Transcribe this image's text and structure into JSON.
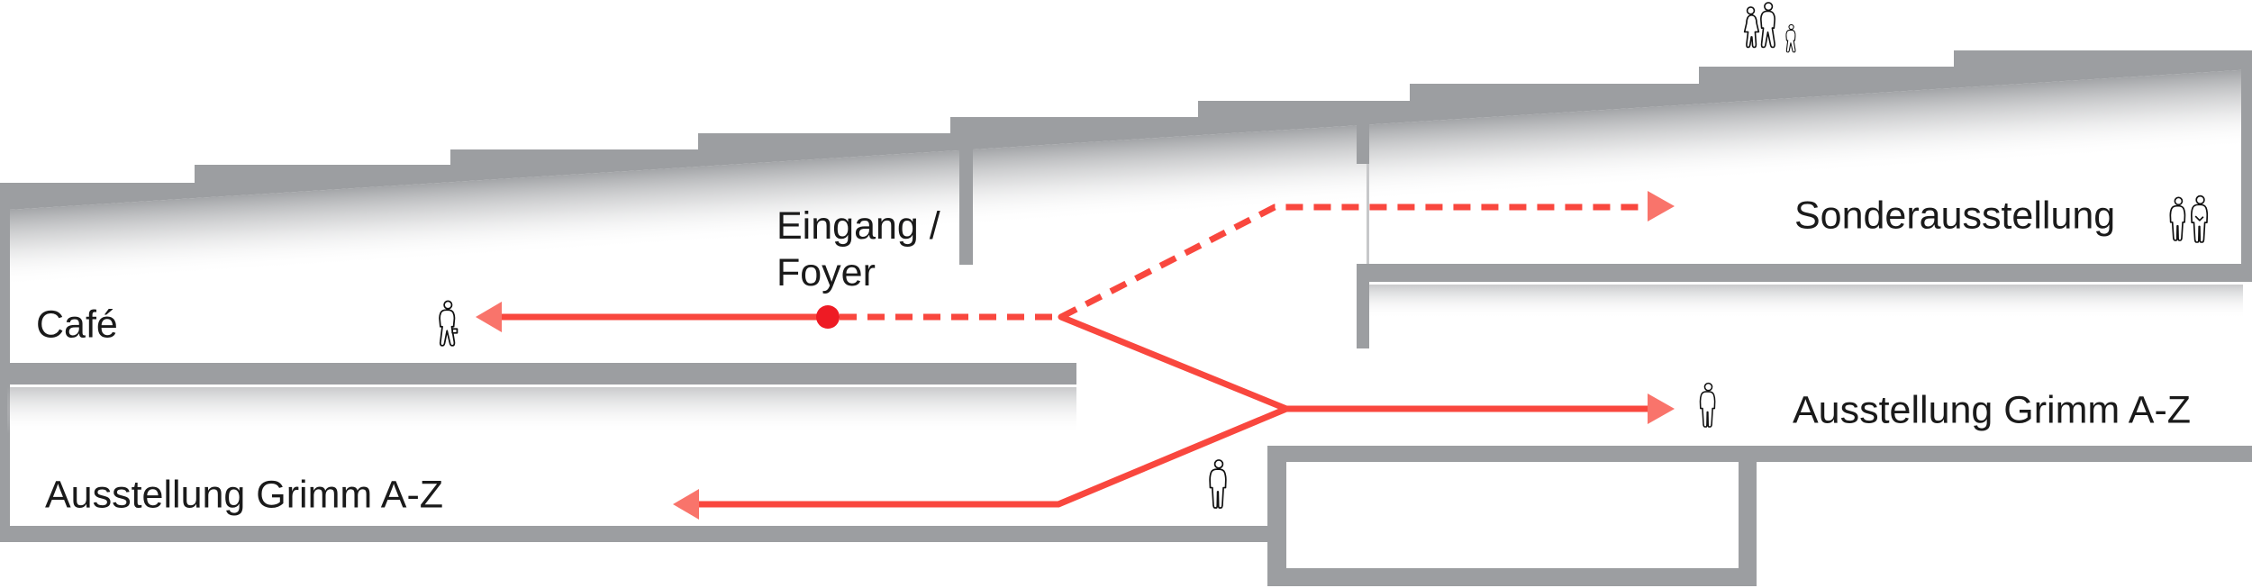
{
  "diagram_title": "Museum building section with visitor circulation routes",
  "labels": {
    "cafe": "Café",
    "entrance_line1": "Eingang /",
    "entrance_line2": "Foyer",
    "special_exhibition": "Sonderausstellung",
    "exhibition_upper": "Ausstellung Grimm A-Z",
    "exhibition_lower": "Ausstellung Grimm A-Z"
  },
  "routes": [
    {
      "id": "entrance-to-cafe",
      "style": "solid",
      "from": "entrance-foyer-dot",
      "to": "cafe"
    },
    {
      "id": "entrance-to-special-exhibition",
      "style": "dashed",
      "from": "entrance-foyer-dot",
      "to": "special-exhibition"
    },
    {
      "id": "entrance-to-exhibition-upper",
      "style": "solid",
      "from": "entrance-foyer-dot",
      "to": "exhibition-grimm-a-z-upper"
    },
    {
      "id": "entrance-to-exhibition-lower",
      "style": "solid",
      "from": "entrance-foyer-dot",
      "to": "exhibition-grimm-a-z-lower"
    }
  ],
  "colors": {
    "structure_gray": "#9c9ea1",
    "light_gray": "#c7c8ca",
    "route_red": "#f9473e",
    "arrow_red": "#f9746b",
    "dot_red": "#ee1b24",
    "text_black": "#1a1a1a"
  },
  "icons": [
    "person-walking-briefcase-icon",
    "person-standing-icon",
    "person-standing-right-icon",
    "couple-standing-icon",
    "family-walking-icon"
  ]
}
